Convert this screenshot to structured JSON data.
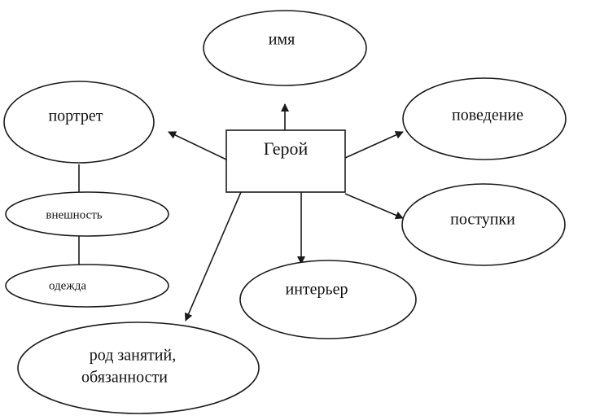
{
  "diagram": {
    "center": "Герой",
    "nodes": {
      "name": "имя",
      "portrait": "портрет",
      "behavior": "поведение",
      "deeds": "поступки",
      "appearance": "внешность",
      "clothing": "одежда",
      "interior": "интерьер",
      "occupation_line1": "род занятий,",
      "occupation_line2": "обязанности"
    },
    "edges": [
      {
        "from": "Герой",
        "to": "имя",
        "arrow": true
      },
      {
        "from": "Герой",
        "to": "портрет",
        "arrow": true
      },
      {
        "from": "Герой",
        "to": "поведение",
        "arrow": true
      },
      {
        "from": "Герой",
        "to": "поступки",
        "arrow": true
      },
      {
        "from": "Герой",
        "to": "интерьер",
        "arrow": true
      },
      {
        "from": "Герой",
        "to": "род занятий, обязанности",
        "arrow": true
      },
      {
        "from": "портрет",
        "to": "внешность",
        "arrow": false
      },
      {
        "from": "внешность",
        "to": "одежда",
        "arrow": false
      }
    ]
  }
}
